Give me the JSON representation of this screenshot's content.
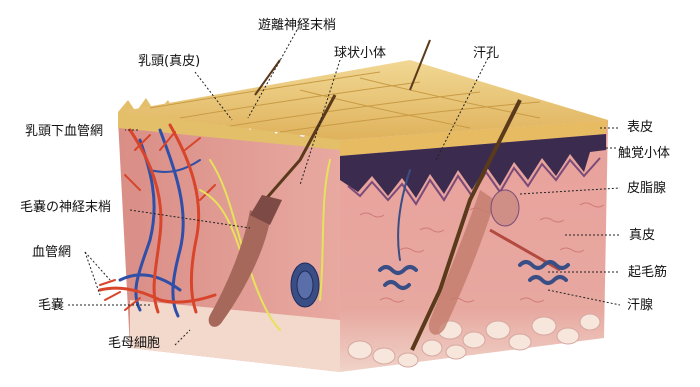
{
  "labels": {
    "free_nerve_endings": "遊離神経末梢",
    "dermal_papilla": "乳頭(真皮)",
    "lamellar_corpuscle": "球状小体",
    "sweat_pore": "汗孔",
    "subpapillary_plexus": "乳頭下血管網",
    "epidermis": "表皮",
    "meissner_corpuscle": "触覚小体",
    "sebaceous_gland": "皮脂腺",
    "follicle_nerve_endings": "毛嚢の神経末梢",
    "dermis": "真皮",
    "vascular_network": "血管網",
    "arrector_pili": "起毛筋",
    "hair_follicle": "毛嚢",
    "sweat_gland": "汗腺",
    "hair_matrix_cells": "毛母細胞"
  },
  "colors": {
    "epidermis": "#e8c56a",
    "dermis": "#e9a6a0",
    "dermis_dark": "#c9706c",
    "papilla_dark": "#3b2b4f",
    "vein": "#2f4fa8",
    "artery": "#d8452a",
    "nerve": "#e6e25a",
    "fat": "#f6e6dc",
    "hair": "#5a3a1a",
    "gland": "#3a4e86"
  }
}
